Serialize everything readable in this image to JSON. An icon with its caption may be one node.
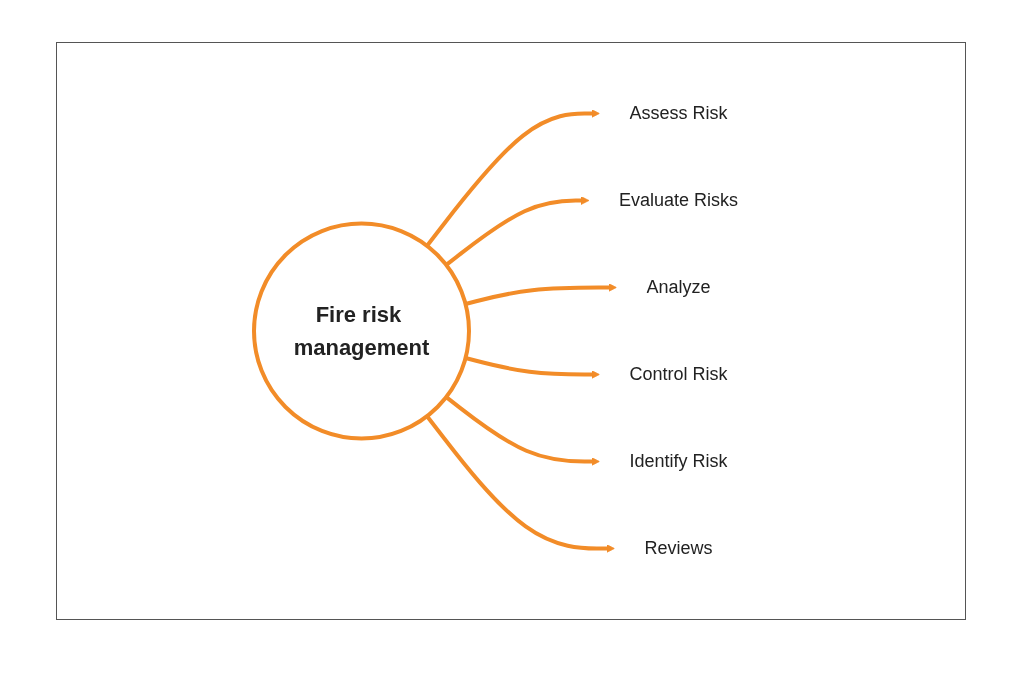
{
  "diagram": {
    "nodes": [
      {
        "text": [
          "Fire risk management"
        ]
      },
      {
        "text": [
          "Assess Risk"
        ]
      },
      {
        "text": [
          "Evaluate Risks"
        ]
      },
      {
        "text": [
          "Analyze"
        ]
      },
      {
        "text": [
          "Control Risk"
        ]
      },
      {
        "text": [
          "Identify Risk"
        ]
      },
      {
        "text": [
          "Reviews"
        ]
      }
    ],
    "edges": [
      {
        "from": 0,
        "to": 1,
        "arrow": "to"
      },
      {
        "from": 0,
        "to": 2,
        "arrow": "to"
      },
      {
        "from": 0,
        "to": 3,
        "arrow": "to"
      },
      {
        "from": 0,
        "to": 4,
        "arrow": "to"
      },
      {
        "from": 0,
        "to": 5,
        "arrow": "to"
      },
      {
        "from": 0,
        "to": 6,
        "arrow": "to"
      }
    ]
  }
}
